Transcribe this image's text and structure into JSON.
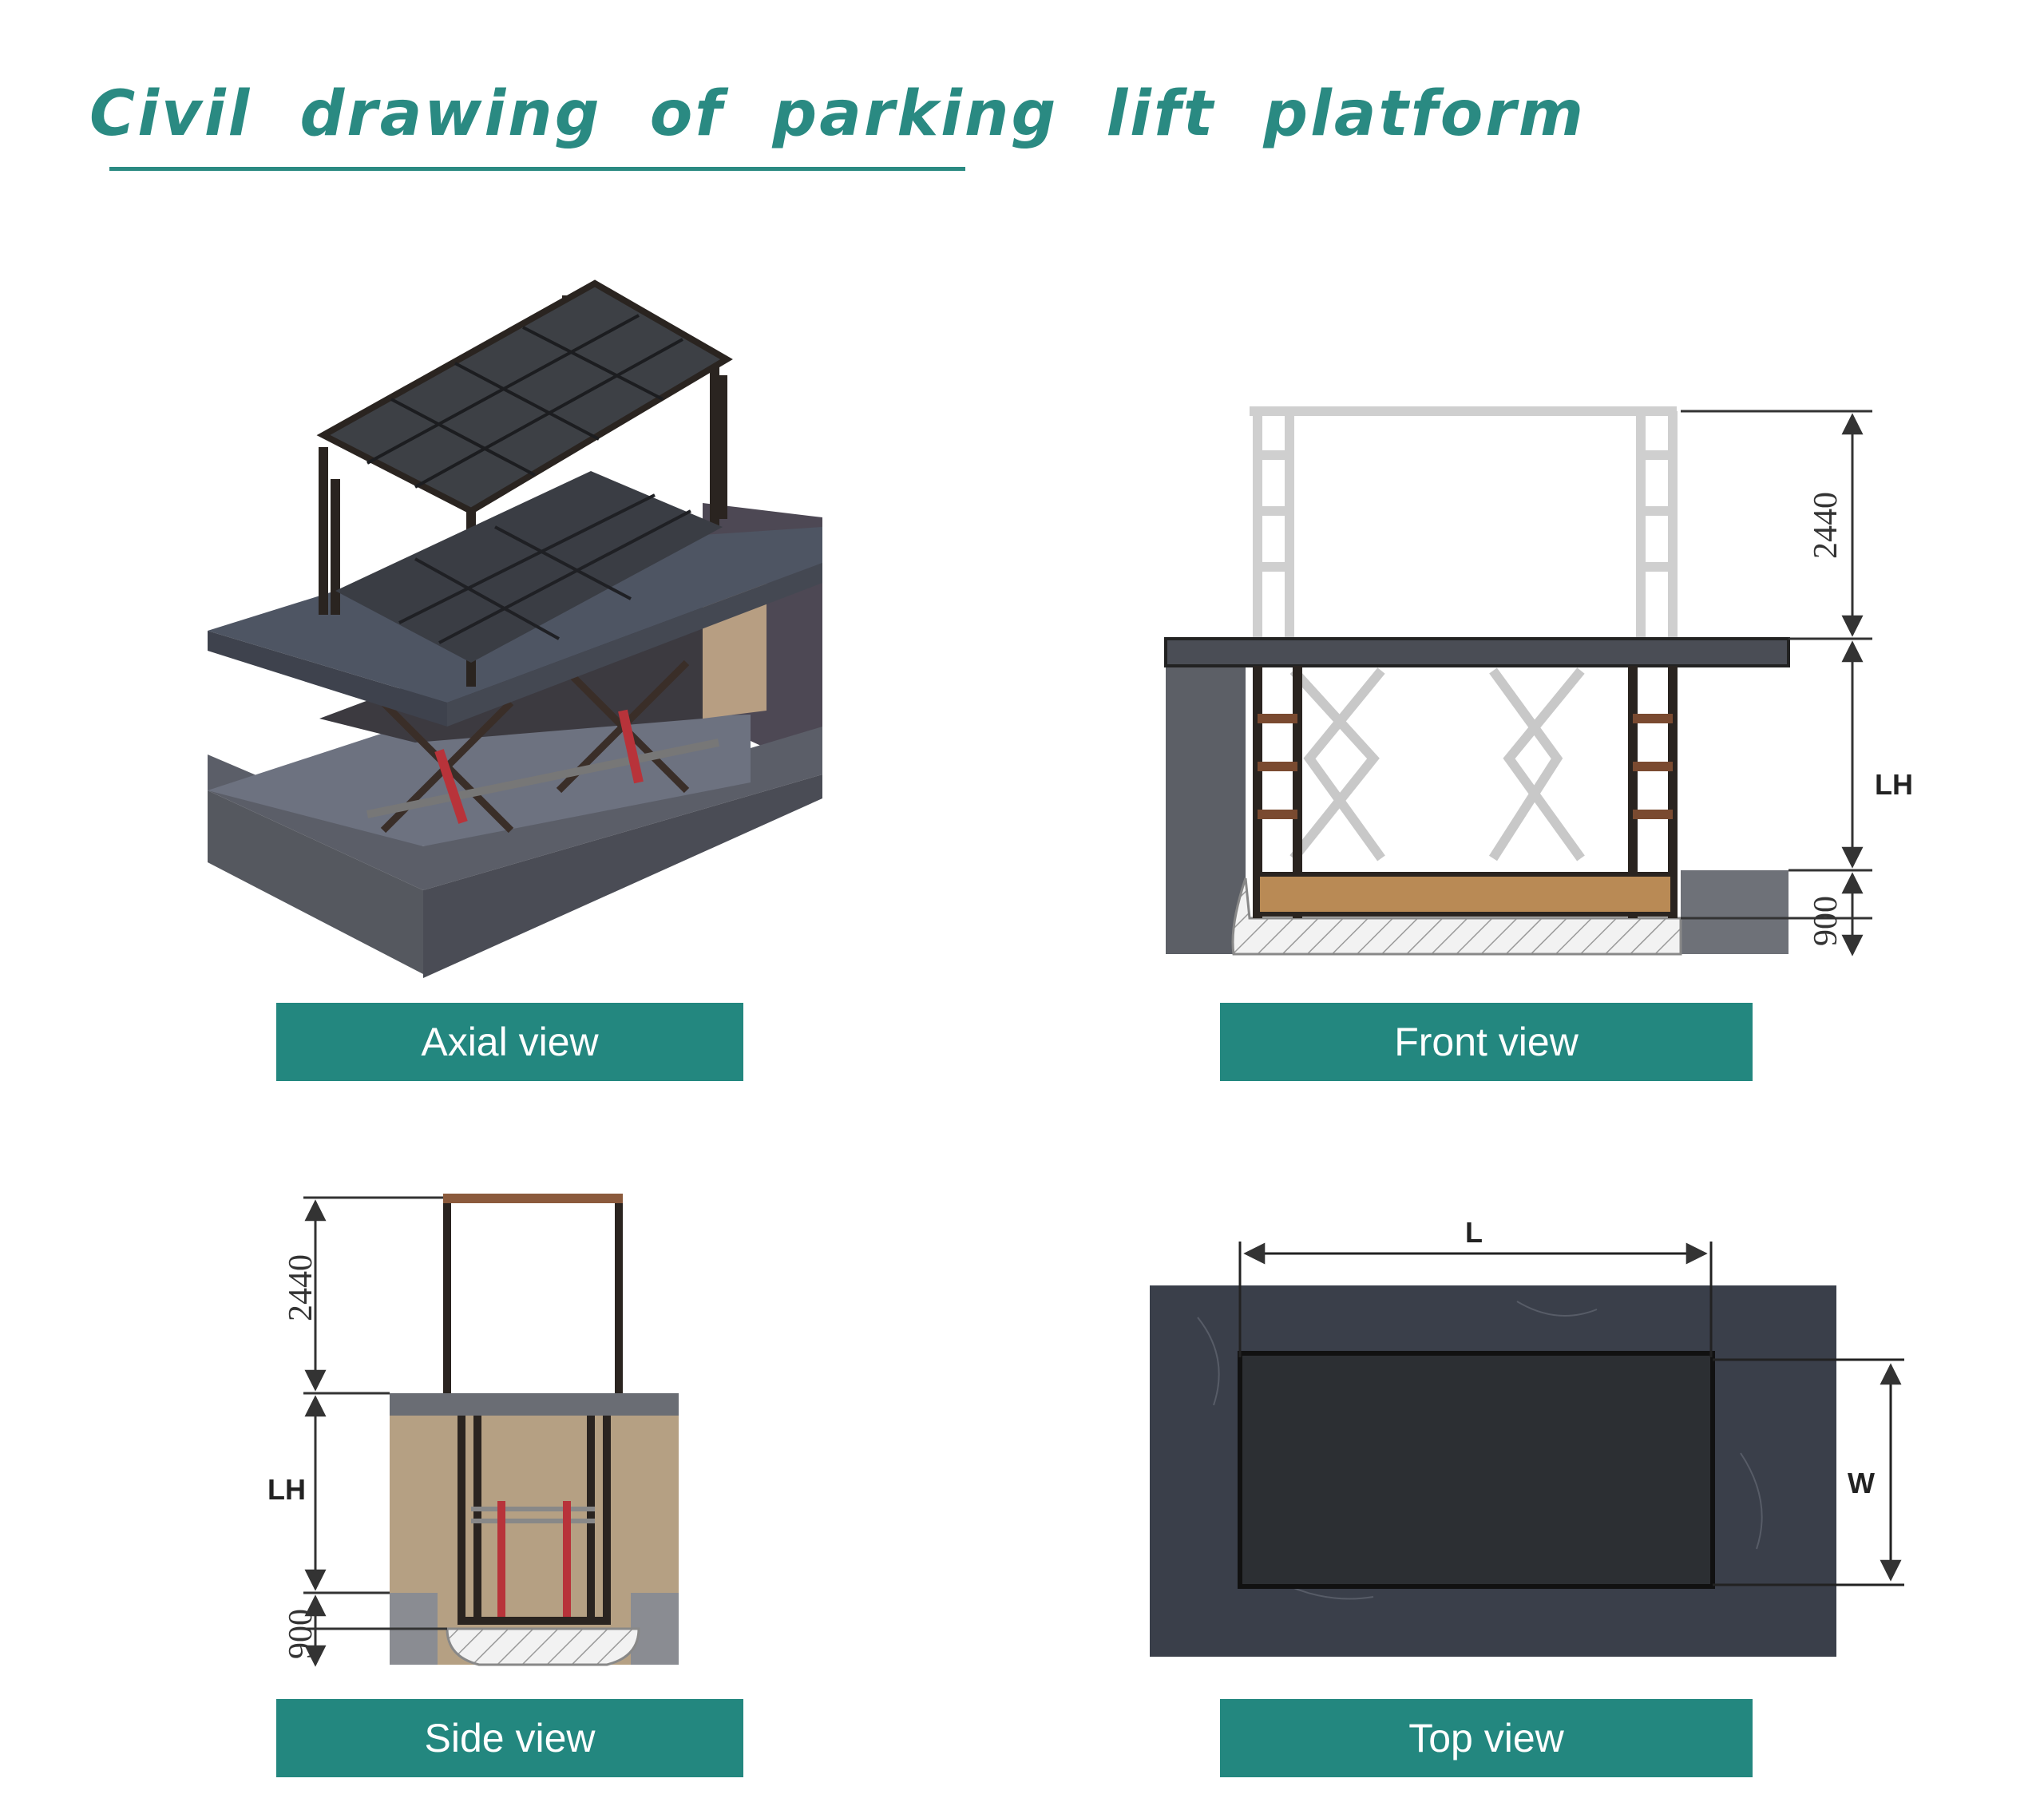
{
  "title": "Civil drawing of parking lift platform",
  "colors": {
    "accent": "#23877f",
    "concrete": "#5a5c66",
    "frame": "#3a2e28",
    "panel": "#3d4045"
  },
  "views": {
    "axial": {
      "label": "Axial view"
    },
    "front": {
      "label": "Front view",
      "dim_top": "2440",
      "dim_lift": "LH",
      "dim_pit": "900"
    },
    "side": {
      "label": "Side view",
      "dim_top": "2440",
      "dim_lift": "LH",
      "dim_pit": "900"
    },
    "top": {
      "label": "Top view",
      "dim_length": "L",
      "dim_width": "W"
    }
  }
}
